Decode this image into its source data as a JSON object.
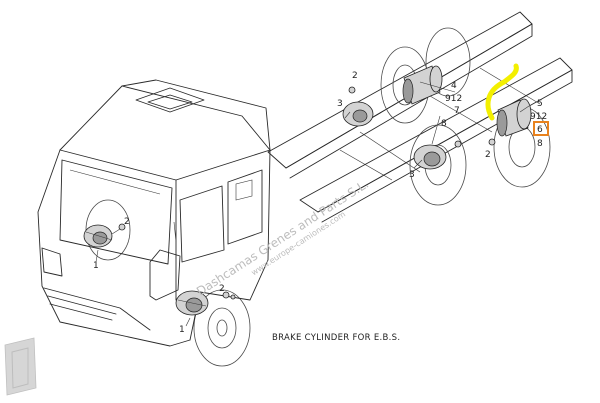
{
  "caption": "BRAKE CYLINDER FOR E.B.S.",
  "labels": {
    "rear_left_connector": "2",
    "rear_left_cylinder": "3",
    "rear_left_spring_4": "4",
    "rear_left_spring_912": "912",
    "rear_left_spring_7": "7",
    "rear_left_spring_8": "8",
    "rear_right_spring_5": "5",
    "rear_right_spring_912": "912",
    "rear_right_spring_6": "6",
    "rear_right_spring_8": "8",
    "rear_right_connector": "2",
    "rear_right_cylinder": "3",
    "front_left_connector": "2",
    "front_left_cylinder": "1",
    "front_right_connector": "2",
    "front_right_cylinder": "1"
  },
  "watermark": {
    "main": "Dashcamas Grenes and Parts S.L.",
    "url": "www.europe-camiones.com"
  },
  "colors": {
    "highlight_marker": "#f3ef00",
    "highlight_box": "#e8821e"
  }
}
